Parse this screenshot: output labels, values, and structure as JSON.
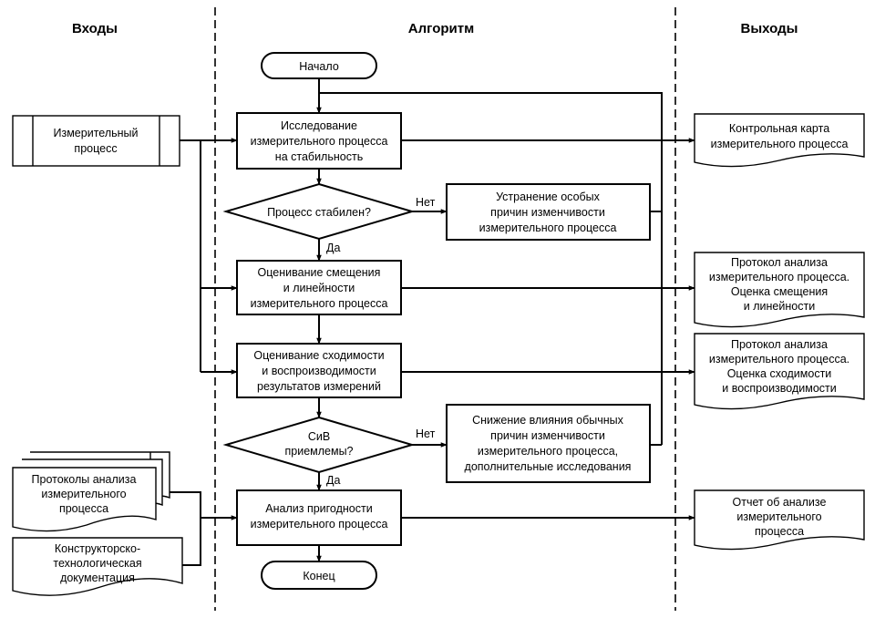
{
  "columns": {
    "inputs": "Входы",
    "algorithm": "Алгоритм",
    "outputs": "Выходы"
  },
  "flow": {
    "start": "Начало",
    "end": "Конец",
    "step1": [
      "Исследование",
      "измерительного процесса",
      "на стабильность"
    ],
    "decision1": "Процесс стабилен?",
    "decision1_no": "Нет",
    "decision1_yes": "Да",
    "fix1": [
      "Устранение особых",
      "причин изменчивости",
      "измерительного процесса"
    ],
    "step2": [
      "Оценивание смещения",
      "и линейности",
      "измерительного процесса"
    ],
    "step3": [
      "Оценивание сходимости",
      "и воспроизводимости",
      "результатов измерений"
    ],
    "decision2": [
      "СиВ",
      "приемлемы?"
    ],
    "decision2_no": "Нет",
    "decision2_yes": "Да",
    "fix2": [
      "Снижение влияния обычных",
      "причин изменчивости",
      "измерительного процесса,",
      "дополнительные исследования"
    ],
    "step4": [
      "Анализ пригодности",
      "измерительного процесса"
    ]
  },
  "inputs": {
    "process": [
      "Измерительный",
      "процесс"
    ],
    "protocols": [
      "Протоколы анализа",
      "измерительного",
      "процесса"
    ],
    "documentation": [
      "Конструкторско-",
      "технологическая",
      "документация"
    ]
  },
  "outputs": {
    "out1": [
      "Контрольная карта",
      "измерительного процесса"
    ],
    "out2": [
      "Протокол анализа",
      "измерительного процесса.",
      "Оценка смещения",
      "и линейности"
    ],
    "out3": [
      "Протокол анализа",
      "измерительного процесса.",
      "Оценка сходимости",
      "и воспроизводимости"
    ],
    "out4": [
      "Отчет об анализе",
      "измерительного",
      "процесса"
    ]
  }
}
